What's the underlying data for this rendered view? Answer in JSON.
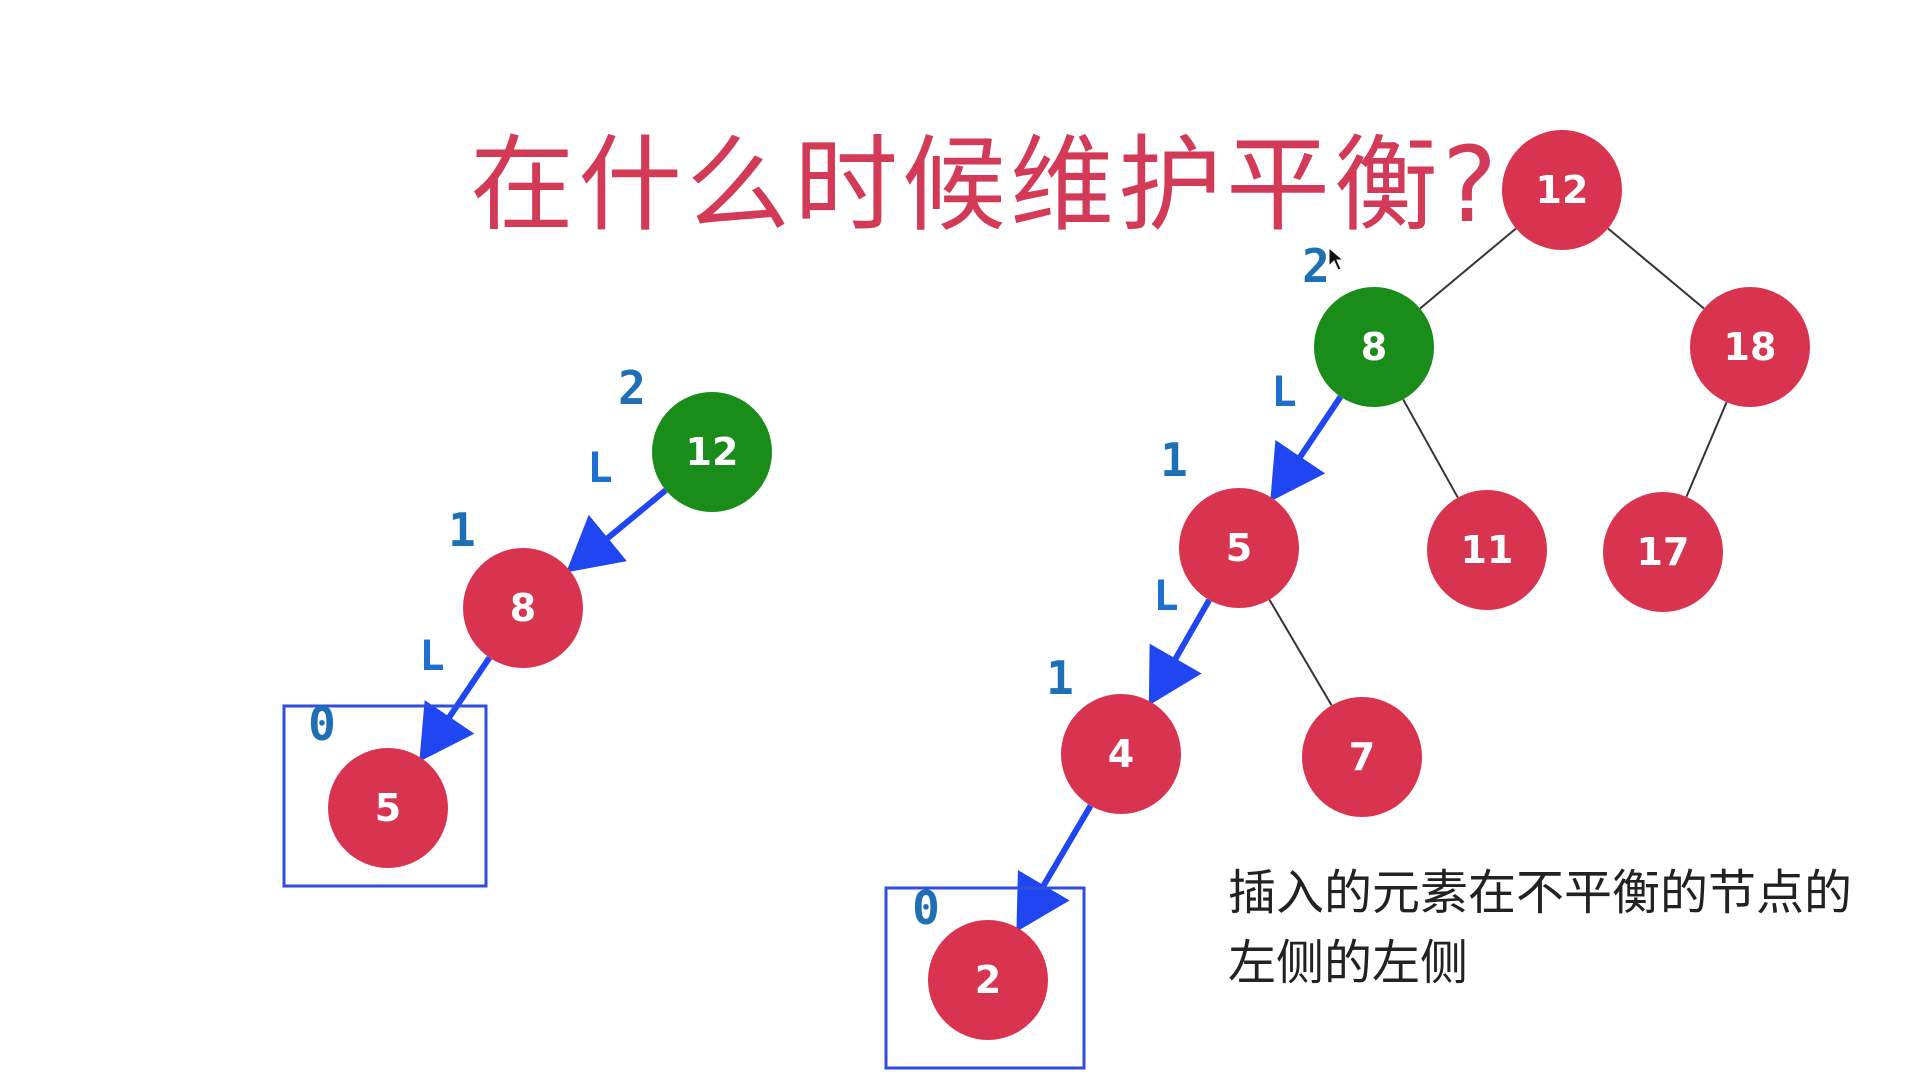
{
  "title": "在什么时候维护平衡?",
  "caption_lines": [
    "插入的元素在不平衡的节点的",
    "左侧的左侧"
  ],
  "colors": {
    "node_red": "#d9344f",
    "node_green": "#1a8c1a",
    "arrow": "#1f46f0",
    "height_label": "#1f6fb5",
    "dir_label": "#1f6fd0",
    "box": "#2f4ee0",
    "edge": "#333333",
    "title": "#d23a57"
  },
  "left_tree": {
    "nodes": [
      {
        "id": "L12",
        "label": "12",
        "color": "green",
        "height": "2"
      },
      {
        "id": "L8",
        "label": "8",
        "color": "red",
        "height": "1"
      },
      {
        "id": "L5",
        "label": "5",
        "color": "red",
        "height": "0",
        "boxed": true
      }
    ],
    "edges": [
      {
        "from": "L12",
        "to": "L8",
        "style": "arrow",
        "label": "L"
      },
      {
        "from": "L8",
        "to": "L5",
        "style": "arrow",
        "label": "L"
      }
    ]
  },
  "right_tree": {
    "nodes": [
      {
        "id": "R12",
        "label": "12",
        "color": "red"
      },
      {
        "id": "R8",
        "label": "8",
        "color": "green",
        "height": "2"
      },
      {
        "id": "R18",
        "label": "18",
        "color": "red"
      },
      {
        "id": "R5",
        "label": "5",
        "color": "red",
        "height": "1"
      },
      {
        "id": "R11",
        "label": "11",
        "color": "red"
      },
      {
        "id": "R17",
        "label": "17",
        "color": "red"
      },
      {
        "id": "R4",
        "label": "4",
        "color": "red",
        "height": "1"
      },
      {
        "id": "R7",
        "label": "7",
        "color": "red"
      },
      {
        "id": "R2",
        "label": "2",
        "color": "red",
        "height": "0",
        "boxed": true
      }
    ],
    "edges": [
      {
        "from": "R12",
        "to": "R8",
        "style": "line"
      },
      {
        "from": "R12",
        "to": "R18",
        "style": "line"
      },
      {
        "from": "R8",
        "to": "R5",
        "style": "arrow",
        "label": "L"
      },
      {
        "from": "R8",
        "to": "R11",
        "style": "line"
      },
      {
        "from": "R18",
        "to": "R17",
        "style": "line"
      },
      {
        "from": "R5",
        "to": "R4",
        "style": "arrow",
        "label": "L"
      },
      {
        "from": "R5",
        "to": "R7",
        "style": "line"
      },
      {
        "from": "R4",
        "to": "R2",
        "style": "arrow"
      }
    ]
  }
}
